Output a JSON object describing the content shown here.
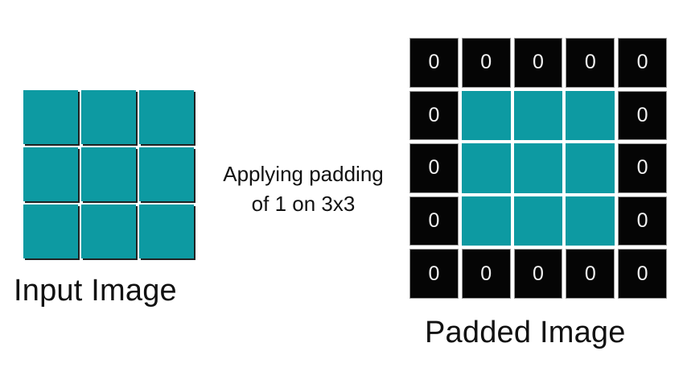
{
  "diagram": {
    "title": "Applying padding of 1 on 3x3",
    "background_color": "#ffffff",
    "teal_color": "#0D9AA2",
    "zero_cell_color": "#050505",
    "zero_text_color": "#f2f2f2",
    "text_color": "#111111"
  },
  "input": {
    "label": "Input Image",
    "rows": 3,
    "cols": 3,
    "cells": [
      [
        {
          "value": "",
          "type": "teal"
        },
        {
          "value": "",
          "type": "teal"
        },
        {
          "value": "",
          "type": "teal"
        }
      ],
      [
        {
          "value": "",
          "type": "teal"
        },
        {
          "value": "",
          "type": "teal"
        },
        {
          "value": "",
          "type": "teal"
        }
      ],
      [
        {
          "value": "",
          "type": "teal"
        },
        {
          "value": "",
          "type": "teal"
        },
        {
          "value": "",
          "type": "teal"
        }
      ]
    ]
  },
  "caption": {
    "line1": "Applying padding",
    "line2": "of 1 on 3x3"
  },
  "padded": {
    "label": "Padded Image",
    "rows": 5,
    "cols": 5,
    "padding": 1,
    "cells": [
      [
        {
          "value": "0",
          "type": "zero"
        },
        {
          "value": "0",
          "type": "zero"
        },
        {
          "value": "0",
          "type": "zero"
        },
        {
          "value": "0",
          "type": "zero"
        },
        {
          "value": "0",
          "type": "zero"
        }
      ],
      [
        {
          "value": "0",
          "type": "zero"
        },
        {
          "value": "",
          "type": "teal"
        },
        {
          "value": "",
          "type": "teal"
        },
        {
          "value": "",
          "type": "teal"
        },
        {
          "value": "0",
          "type": "zero"
        }
      ],
      [
        {
          "value": "0",
          "type": "zero"
        },
        {
          "value": "",
          "type": "teal"
        },
        {
          "value": "",
          "type": "teal"
        },
        {
          "value": "",
          "type": "teal"
        },
        {
          "value": "0",
          "type": "zero"
        }
      ],
      [
        {
          "value": "0",
          "type": "zero"
        },
        {
          "value": "",
          "type": "teal"
        },
        {
          "value": "",
          "type": "teal"
        },
        {
          "value": "",
          "type": "teal"
        },
        {
          "value": "0",
          "type": "zero"
        }
      ],
      [
        {
          "value": "0",
          "type": "zero"
        },
        {
          "value": "0",
          "type": "zero"
        },
        {
          "value": "0",
          "type": "zero"
        },
        {
          "value": "0",
          "type": "zero"
        },
        {
          "value": "0",
          "type": "zero"
        }
      ]
    ]
  }
}
